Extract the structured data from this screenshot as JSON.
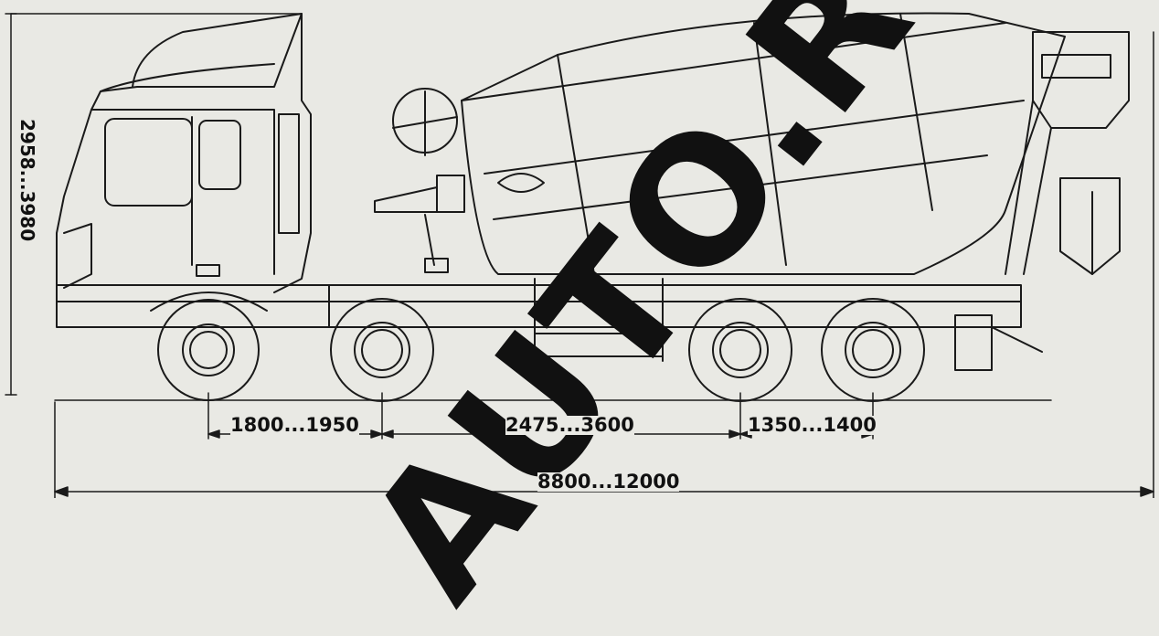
{
  "dimensions": {
    "height": "2958...3980",
    "front_wheelbase": "1800...1950",
    "middle_wheelbase": "2475...3600",
    "rear_wheelbase": "1350...1400",
    "overall_length": "8800...12000"
  },
  "watermark": "AUTO.RU",
  "colors": {
    "background": "#e9e9e4",
    "line": "#1a1a1a"
  }
}
